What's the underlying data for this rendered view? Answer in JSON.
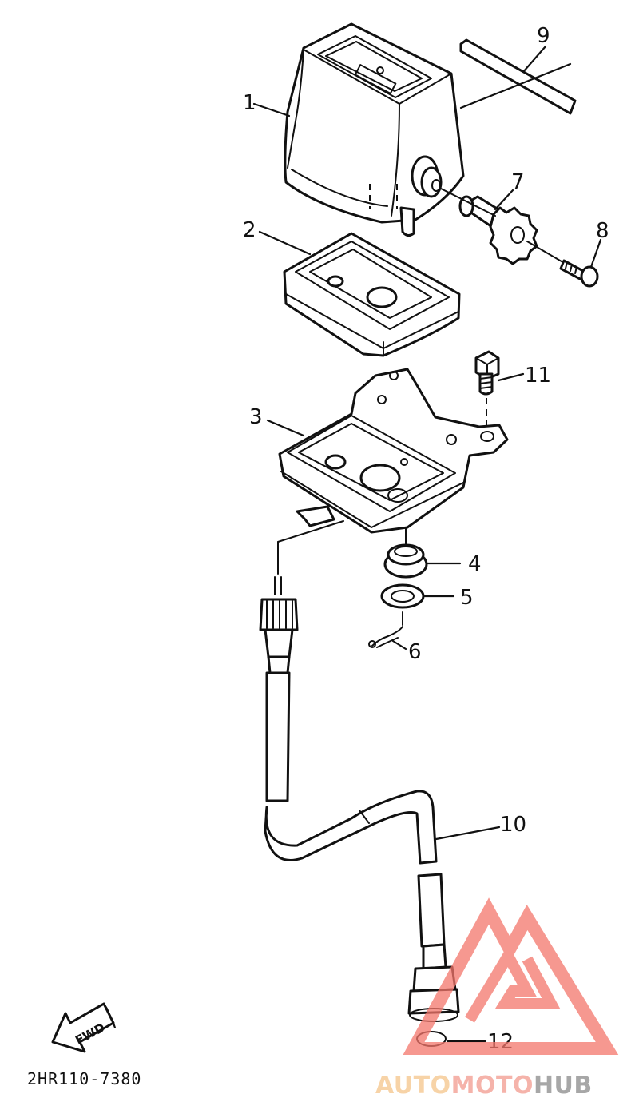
{
  "callouts": [
    {
      "id": "1",
      "label": "1"
    },
    {
      "id": "2",
      "label": "2"
    },
    {
      "id": "3",
      "label": "3"
    },
    {
      "id": "4",
      "label": "4"
    },
    {
      "id": "5",
      "label": "5"
    },
    {
      "id": "6",
      "label": "6"
    },
    {
      "id": "7",
      "label": "7"
    },
    {
      "id": "8",
      "label": "8"
    },
    {
      "id": "9",
      "label": "9"
    },
    {
      "id": "10",
      "label": "10"
    },
    {
      "id": "11",
      "label": "11"
    },
    {
      "id": "12",
      "label": "12"
    }
  ],
  "fwd_label": "FWD",
  "reference_code": "2HR110-7380",
  "watermark": {
    "part_a": "AUTO",
    "part_b": "MOTO",
    "part_c": "HUB",
    "color_a": "#f5c58a",
    "color_b": "#f29a8e",
    "color_c": "#8a8a8a",
    "logo_color": "#f4766b"
  },
  "colors": {
    "line": "#111111",
    "background": "#ffffff"
  }
}
